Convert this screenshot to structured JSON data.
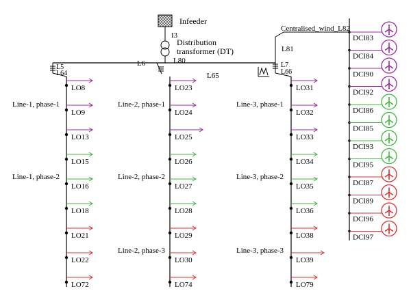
{
  "header": {
    "infeeder_label": "Infeeder",
    "i3_label": "I3",
    "transformer_line1": "Distribution",
    "transformer_line2": "transformer (DT)",
    "l80_label": "L80",
    "l5_label": "L5",
    "l6_label": "L6",
    "l64_label": "L64",
    "l65_label": "L65",
    "l7_label": "L7",
    "l66_label": "L66",
    "l81_label": "L81",
    "centralised_label": "Centralised_wind_L82"
  },
  "colors": {
    "purple": "#9b2a9c",
    "green": "#3cb83c",
    "red": "#d83030",
    "line": "#000000"
  },
  "groups": [
    {
      "phase_labels": [
        "Line-1, phase-1",
        "Line-1, phase-2",
        ""
      ],
      "loads": [
        {
          "label": "LO8",
          "color": "purple"
        },
        {
          "label": "LO9",
          "color": "purple"
        },
        {
          "label": "LO13",
          "color": "purple"
        },
        {
          "label": "LO15",
          "color": "green"
        },
        {
          "label": "LO16",
          "color": "green"
        },
        {
          "label": "LO18",
          "color": "green"
        },
        {
          "label": "LO21",
          "color": "red"
        },
        {
          "label": "LO22",
          "color": "red"
        },
        {
          "label": "LO72",
          "color": "red"
        }
      ]
    },
    {
      "phase_labels": [
        "Line-2, phase-1",
        "Line-2, phase-2",
        "Line-2, phase-3"
      ],
      "loads": [
        {
          "label": "LO23",
          "color": "purple"
        },
        {
          "label": "LO24",
          "color": "purple"
        },
        {
          "label": "LO25",
          "color": "purple"
        },
        {
          "label": "LO26",
          "color": "green"
        },
        {
          "label": "LO27",
          "color": "green"
        },
        {
          "label": "LO28",
          "color": "green"
        },
        {
          "label": "LO29",
          "color": "red"
        },
        {
          "label": "LO30",
          "color": "red"
        },
        {
          "label": "LO74",
          "color": "red"
        }
      ]
    },
    {
      "phase_labels": [
        "Line-3, phase-1",
        "Line-3, phase-2",
        "Line-3, phase-3"
      ],
      "loads": [
        {
          "label": "LO31",
          "color": "purple"
        },
        {
          "label": "LO32",
          "color": "purple"
        },
        {
          "label": "LO33",
          "color": "purple"
        },
        {
          "label": "LO34",
          "color": "green"
        },
        {
          "label": "LO35",
          "color": "green"
        },
        {
          "label": "LO36",
          "color": "green"
        },
        {
          "label": "LO38",
          "color": "red"
        },
        {
          "label": "LO39",
          "color": "red"
        },
        {
          "label": "LO79",
          "color": "red"
        }
      ]
    }
  ],
  "generators": [
    {
      "label": "DCI83",
      "color": "purple"
    },
    {
      "label": "DCI84",
      "color": "purple"
    },
    {
      "label": "DCI90",
      "color": "purple"
    },
    {
      "label": "DCI92",
      "color": "purple"
    },
    {
      "label": "DCI86",
      "color": "green"
    },
    {
      "label": "DCI85",
      "color": "green"
    },
    {
      "label": "DCI93",
      "color": "green"
    },
    {
      "label": "DCI95",
      "color": "green"
    },
    {
      "label": "DCI87",
      "color": "red"
    },
    {
      "label": "DCI89",
      "color": "red"
    },
    {
      "label": "DCI96",
      "color": "red"
    },
    {
      "label": "DCI97",
      "color": "red"
    }
  ]
}
